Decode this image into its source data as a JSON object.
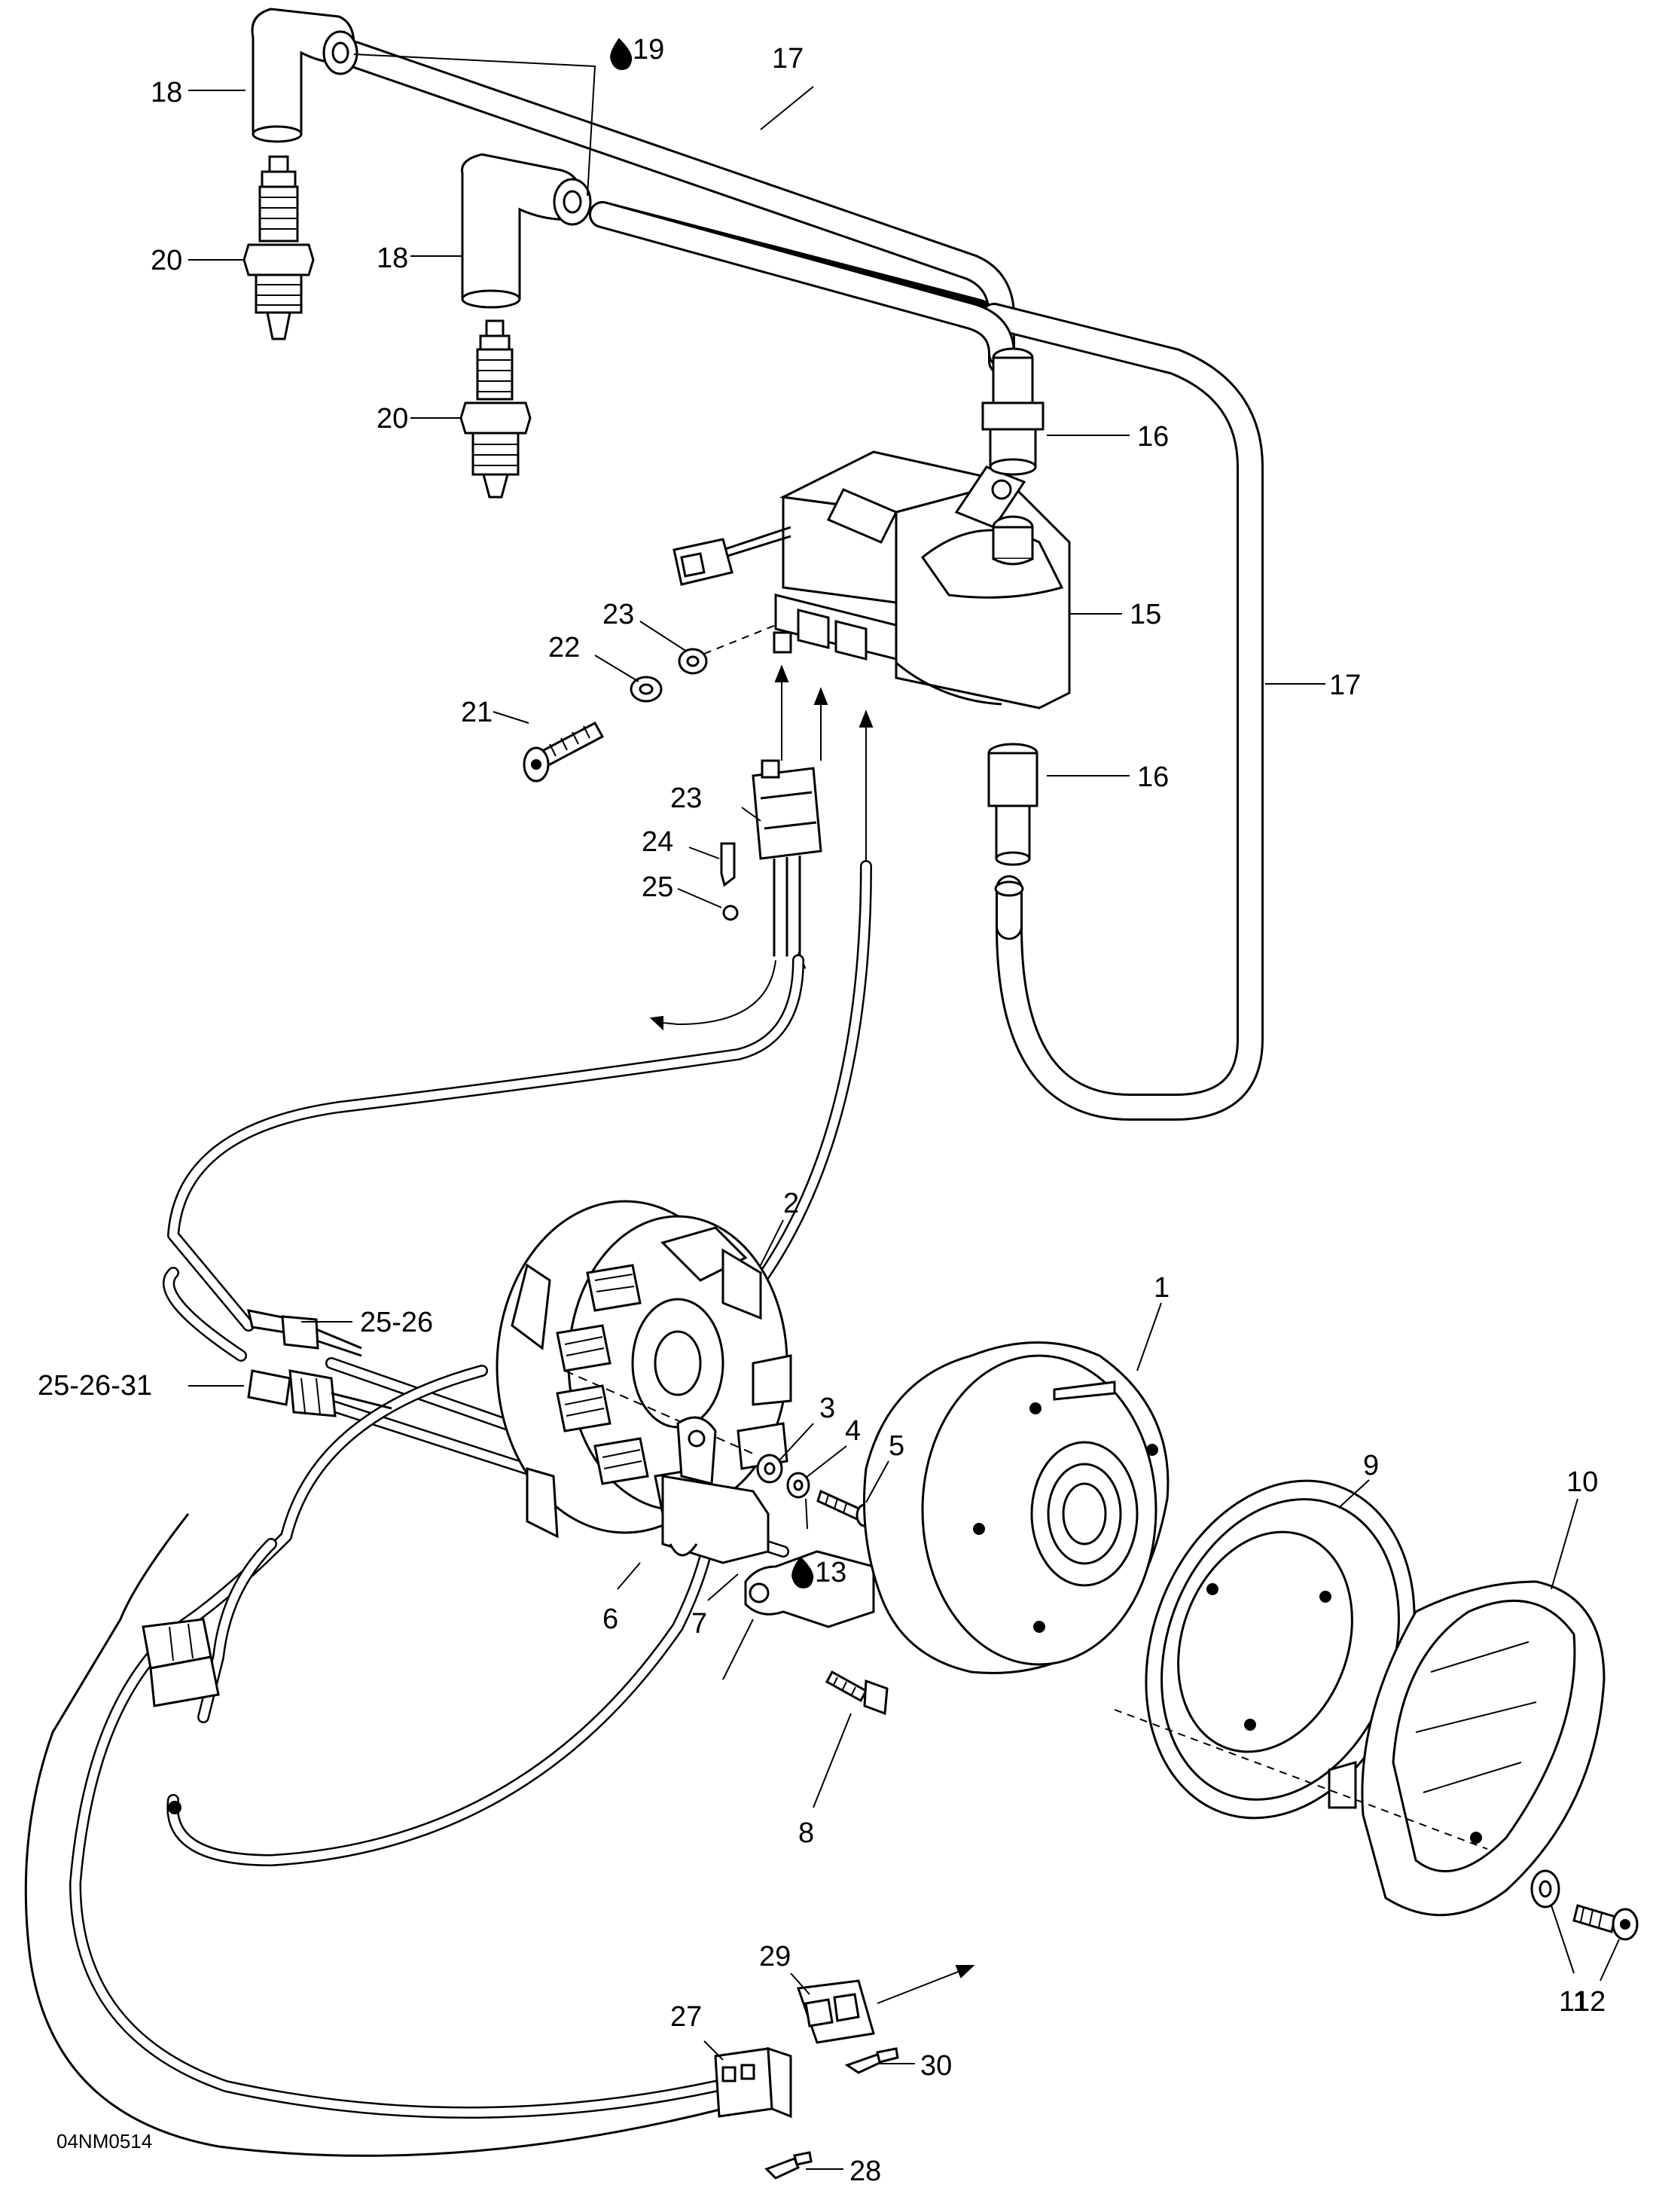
{
  "diagram": {
    "reference_code": "04NM0514",
    "callouts": {
      "c1": "1",
      "c2": "2",
      "c3": "3",
      "c4": "4",
      "c5": "5",
      "c6": "6",
      "c7": "7",
      "c8": "8",
      "c9": "9",
      "c10": "10",
      "c11": "11",
      "c12": "12",
      "c13": "13",
      "c15": "15",
      "c16a": "16",
      "c16b": "16",
      "c17a": "17",
      "c17b": "17",
      "c18a": "18",
      "c18b": "18",
      "c19": "19",
      "c20a": "20",
      "c20b": "20",
      "c21": "21",
      "c22": "22",
      "c23a": "23",
      "c23b": "23",
      "c24": "24",
      "c25": "25",
      "c2526": "25-26",
      "c252631": "25-26-31",
      "c27": "27",
      "c28": "28",
      "c29": "29",
      "c30": "30"
    },
    "icons": [
      "oil-drop-icon"
    ]
  }
}
